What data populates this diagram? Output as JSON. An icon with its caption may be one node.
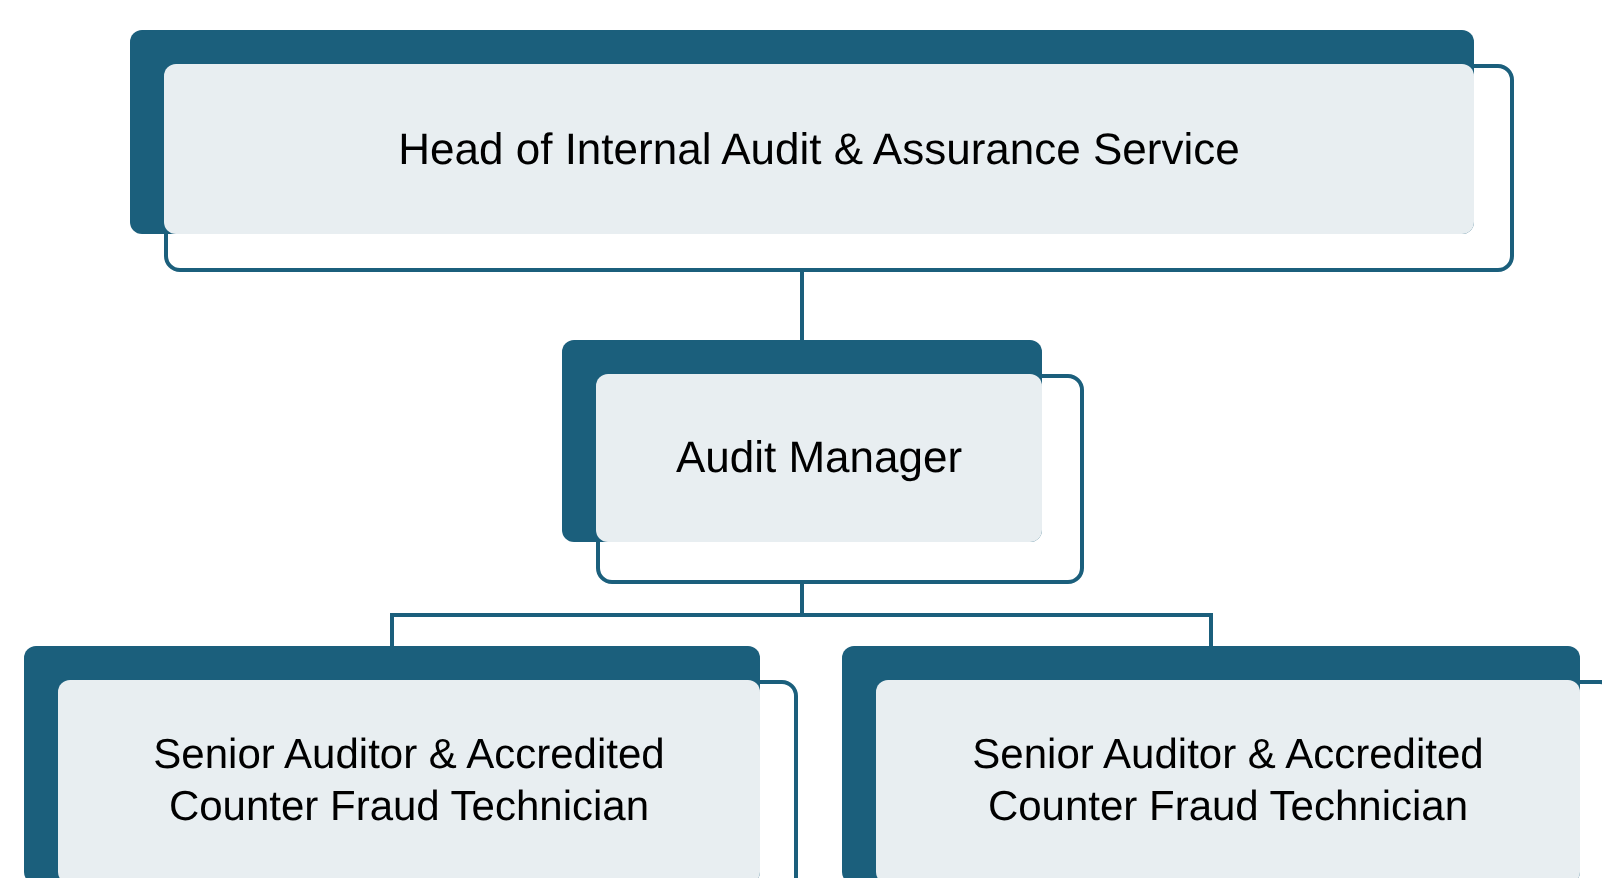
{
  "diagram": {
    "nodes": [
      {
        "text": [
          "Head of Internal Audit & Assurance Service"
        ]
      },
      {
        "text": [
          "Audit Manager"
        ]
      },
      {
        "text": [
          "Senior Auditor & Accredited Counter Fraud Technician"
        ]
      },
      {
        "text": [
          "Senior Auditor & Accredited Counter Fraud Technician"
        ]
      }
    ],
    "edges": [
      {
        "from": 0,
        "to": 1,
        "arrow": "none"
      },
      {
        "from": 1,
        "to": 2,
        "arrow": "none"
      },
      {
        "from": 1,
        "to": 3,
        "arrow": "none"
      }
    ]
  }
}
